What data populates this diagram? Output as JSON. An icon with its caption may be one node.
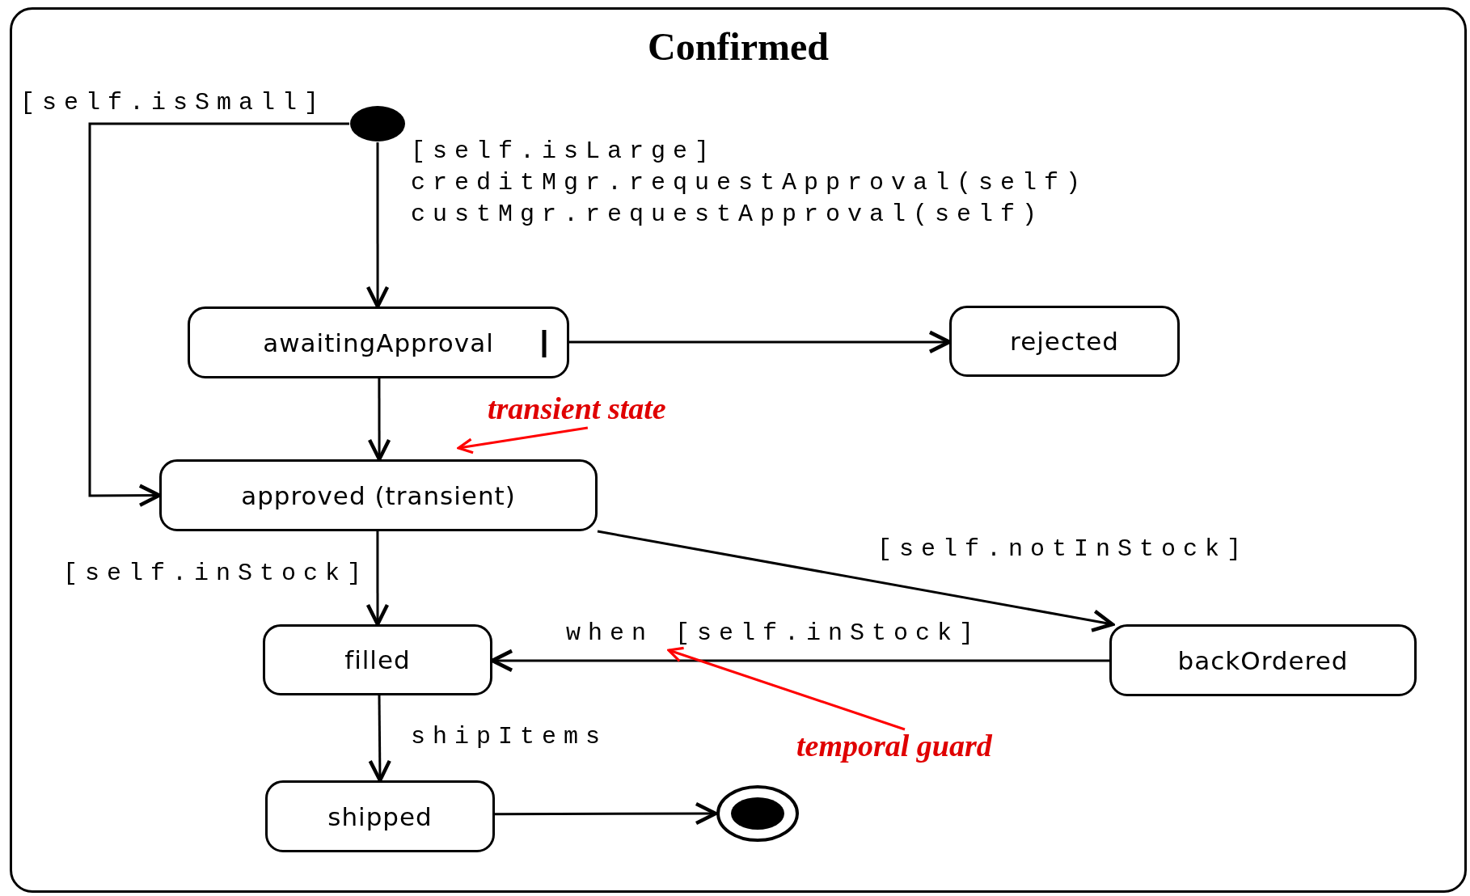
{
  "diagram": {
    "nodes": [
      {
        "text": [
          "Confirmed"
        ]
      },
      {
        "text": [],
        "shape": "circle",
        "in": 0
      },
      {
        "text": [
          "awaitingApproval"
        ],
        "in": 0
      },
      {
        "text": [
          "rejected"
        ],
        "in": 0
      },
      {
        "text": [
          "approved (transient)"
        ],
        "in": 0
      },
      {
        "text": [
          "filled"
        ],
        "in": 0
      },
      {
        "text": [
          "backOrdered"
        ],
        "in": 0
      },
      {
        "text": [
          "shipped"
        ],
        "in": 0
      },
      {
        "text": [],
        "shape": "bullseye",
        "in": 0
      },
      {
        "text": [
          "transient state"
        ],
        "in": 0
      },
      {
        "text": [
          "temporal guard"
        ],
        "in": 0
      }
    ],
    "edges": [
      {
        "from": 1,
        "to": 4,
        "arrow": "to",
        "label": "[self.isSmall]"
      },
      {
        "from": 1,
        "to": 2,
        "arrow": "to",
        "label": "[self.isLarge] creditMgr.requestApproval(self) custMgr.requestApproval(self)"
      },
      {
        "from": 2,
        "to": 3,
        "arrow": "to"
      },
      {
        "from": 2,
        "to": 4,
        "arrow": "to"
      },
      {
        "from": 4,
        "to": 5,
        "arrow": "to",
        "label": "[self.inStock]"
      },
      {
        "from": 4,
        "to": 6,
        "arrow": "to",
        "label": "[self.notInStock]"
      },
      {
        "from": 6,
        "to": 5,
        "arrow": "to",
        "label": "when [self.inStock]"
      },
      {
        "from": 5,
        "to": 7,
        "arrow": "to",
        "label": "shipItems"
      },
      {
        "from": 7,
        "to": 8,
        "arrow": "to"
      },
      {
        "from": 9,
        "to": 4,
        "arrow": "to",
        "color": "#ff0000"
      },
      {
        "from": 10,
        "to": null,
        "arrow": "to",
        "color": "#ff0000"
      }
    ]
  }
}
